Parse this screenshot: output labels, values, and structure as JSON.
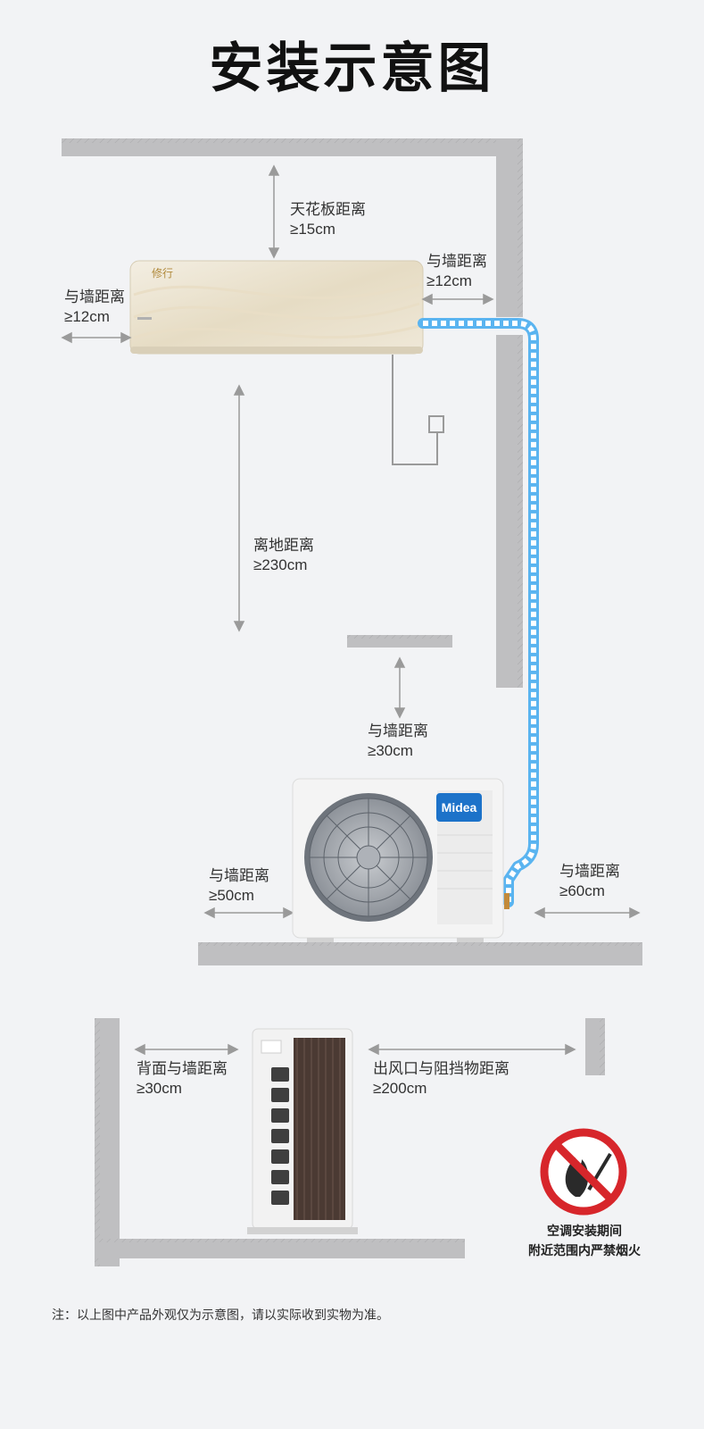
{
  "title": "安装示意图",
  "labels": {
    "ceiling_name": "天花板距离",
    "ceiling_value": "≥15cm",
    "indoor_right_name": "与墙距离",
    "indoor_right_value": "≥12cm",
    "indoor_left_name": "与墙距离",
    "indoor_left_value": "≥12cm",
    "floor_name": "离地距离",
    "floor_value": "≥230cm",
    "outdoor_top_name": "与墙距离",
    "outdoor_top_value": "≥30cm",
    "outdoor_left_name": "与墙距离",
    "outdoor_left_value": "≥50cm",
    "outdoor_right_name": "与墙距离",
    "outdoor_right_value": "≥60cm",
    "back_name": "背面与墙距离",
    "back_value": "≥30cm",
    "outlet_name": "出风口与阻挡物距离",
    "outlet_value": "≥200cm"
  },
  "indoor_unit_badge": "修行",
  "outdoor_brand": "Midea",
  "warning": {
    "line1": "空调安装期间",
    "line2": "附近范围内严禁烟火"
  },
  "note": "注：以上图中产品外观仅为示意图，请以实际收到实物为准。",
  "colors": {
    "wall": "#bfbfc1",
    "pipe": "#5ab4f0",
    "brand_badge": "#1c72c9",
    "prohibition_red": "#d7262b",
    "indoor_body": "#ece4d2"
  }
}
